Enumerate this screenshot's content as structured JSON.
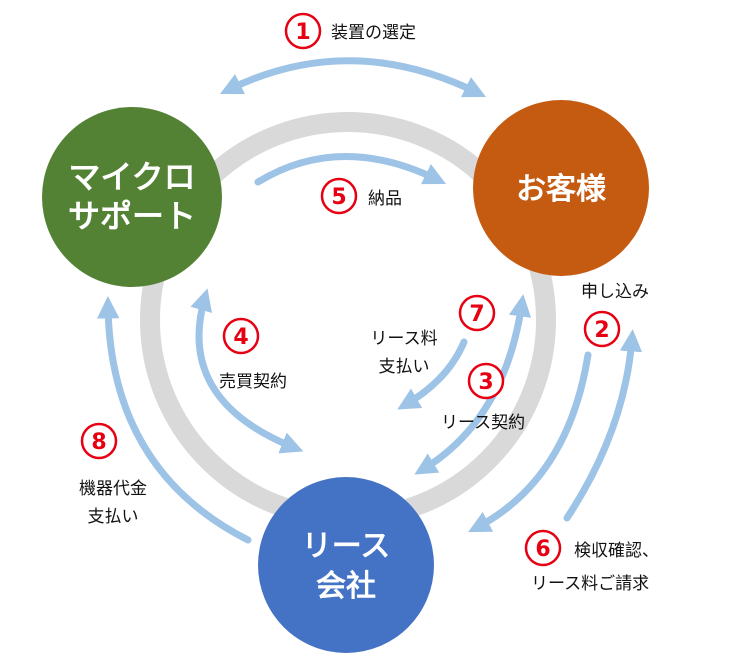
{
  "colors": {
    "arrow": "#9dc3e6",
    "ring": "#d9d9d9",
    "step": "#e60012",
    "micro": "#548235",
    "customer": "#c55a11",
    "lease": "#4472c4"
  },
  "nodes": {
    "micro": {
      "line1": "マイクロ",
      "line2": "サポート"
    },
    "customer": {
      "line1": "お客様"
    },
    "lease": {
      "line1": "リース",
      "line2": "会社"
    }
  },
  "steps": [
    {
      "num": "1",
      "lines": [
        "装置の選定"
      ]
    },
    {
      "num": "2",
      "lines": [
        "申し込み"
      ]
    },
    {
      "num": "3",
      "lines": [
        "リース契約"
      ]
    },
    {
      "num": "4",
      "lines": [
        "売買契約"
      ]
    },
    {
      "num": "5",
      "lines": [
        "納品"
      ]
    },
    {
      "num": "6",
      "lines": [
        "検収確認、",
        "リース料ご請求"
      ]
    },
    {
      "num": "7",
      "lines": [
        "リース料",
        "支払い"
      ]
    },
    {
      "num": "8",
      "lines": [
        "機器代金",
        "支払い"
      ]
    }
  ]
}
